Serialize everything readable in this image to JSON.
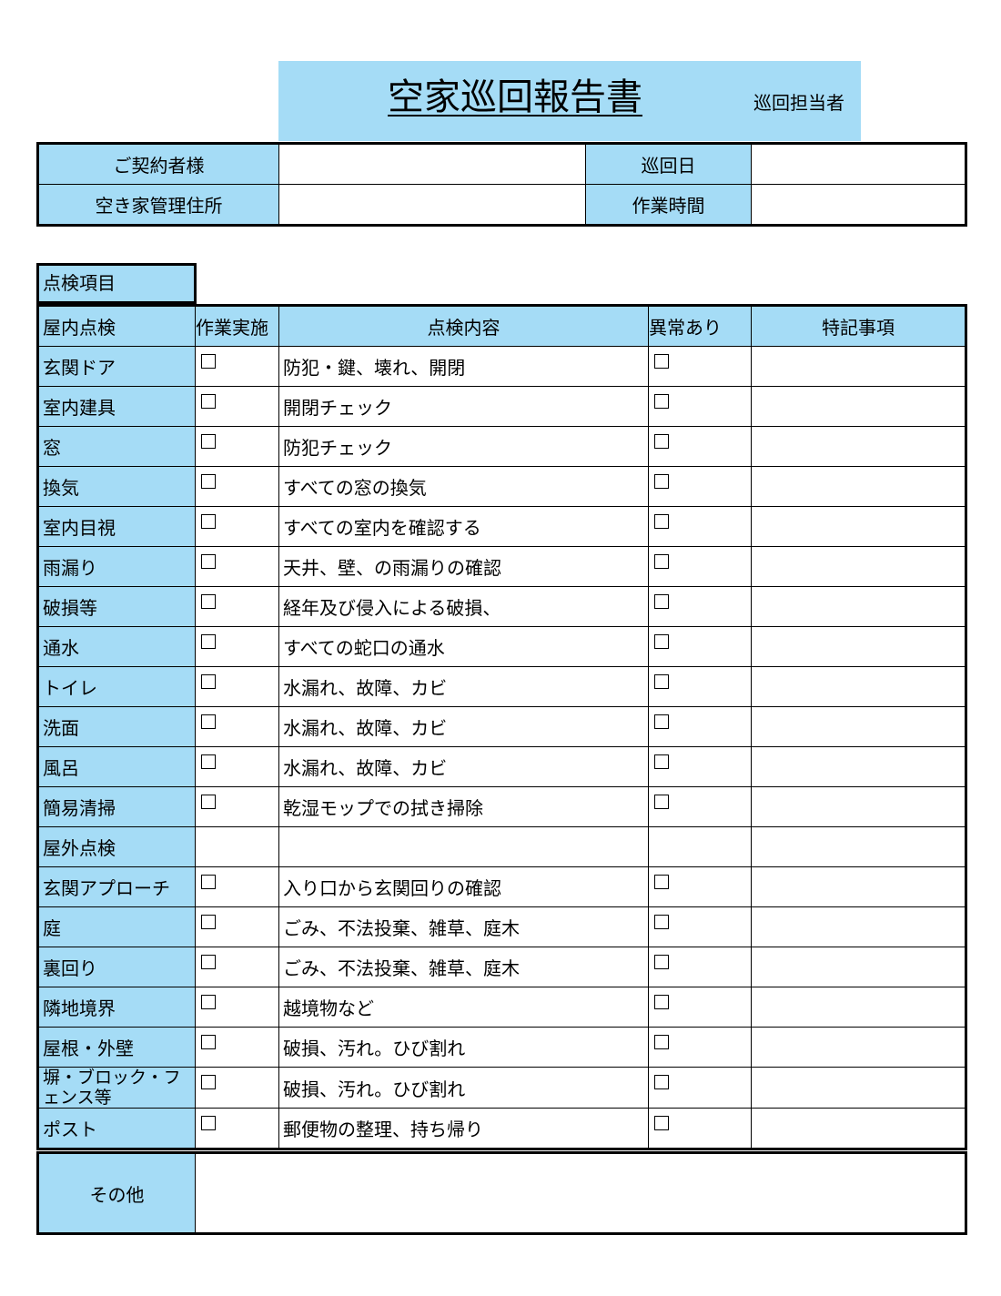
{
  "title": "空家巡回報告書",
  "inspector_label": "巡回担当者",
  "info": {
    "contractor_label": "ご契約者様",
    "address_label": "空き家管理住所",
    "date_label": "巡回日",
    "time_label": "作業時間"
  },
  "section_label": "点検項目",
  "headers": {
    "category": "屋内点検",
    "done": "作業実施",
    "content": "点検内容",
    "abnormal": "異常あり",
    "notes": "特記事項"
  },
  "rows": [
    {
      "name": "玄関ドア",
      "content": "防犯・鍵、壊れ、開閉"
    },
    {
      "name": "室内建具",
      "content": "開閉チェック"
    },
    {
      "name": "窓",
      "content": "防犯チェック"
    },
    {
      "name": "換気",
      "content": "すべての窓の換気"
    },
    {
      "name": "室内目視",
      "content": "すべての室内を確認する"
    },
    {
      "name": "雨漏り",
      "content": "天井、壁、の雨漏りの確認"
    },
    {
      "name": "破損等",
      "content": "経年及び侵入による破損、"
    },
    {
      "name": "通水",
      "content": "すべての蛇口の通水"
    },
    {
      "name": "トイレ",
      "content": "水漏れ、故障、カビ"
    },
    {
      "name": "洗面",
      "content": "水漏れ、故障、カビ"
    },
    {
      "name": "風呂",
      "content": "水漏れ、故障、カビ"
    },
    {
      "name": "簡易清掃",
      "content": "乾湿モップでの拭き掃除"
    }
  ],
  "outdoor_label": "屋外点検",
  "outdoor_rows": [
    {
      "name": "玄関アプローチ",
      "content": "入り口から玄関回りの確認"
    },
    {
      "name": "庭",
      "content": "ごみ、不法投棄、雑草、庭木"
    },
    {
      "name": "裏回り",
      "content": "ごみ、不法投棄、雑草、庭木"
    },
    {
      "name": "隣地境界",
      "content": "越境物など"
    },
    {
      "name": "屋根・外壁",
      "content": "破損、汚れ。ひび割れ"
    },
    {
      "name": "塀・ブロック・フェンス等",
      "content": "破損、汚れ。ひび割れ"
    },
    {
      "name": "ポスト",
      "content": "郵便物の整理、持ち帰り"
    }
  ],
  "other_label": "その他"
}
